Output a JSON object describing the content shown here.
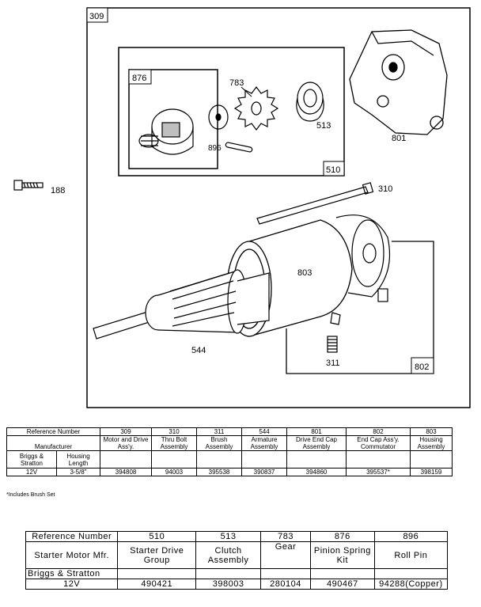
{
  "diagram": {
    "labels": {
      "assembly": "309",
      "kit": "510",
      "pinion": "876",
      "gear": "783",
      "clutch": "513",
      "roll_pin": "896",
      "housing": "801",
      "screw": "188",
      "thru_bolt": "310",
      "motor": "803",
      "armature": "544",
      "brush": "311",
      "end_cap": "802"
    }
  },
  "table1": {
    "ref_label": "Reference Number",
    "manufacturer_label": "Manufacturer",
    "briggs_label": "Briggs & Stratton",
    "housing_length_label": "Housing Length",
    "columns": [
      {
        "ref": "309",
        "desc": "Motor and Drive Ass'y.",
        "part": "394808"
      },
      {
        "ref": "310",
        "desc": "Thru Bolt Assembly",
        "part": "94003"
      },
      {
        "ref": "311",
        "desc": "Brush Assembly",
        "part": "395538"
      },
      {
        "ref": "544",
        "desc": "Armature Assembly",
        "part": "390837"
      },
      {
        "ref": "801",
        "desc": "Drive End Cap Assembly",
        "part": "394860"
      },
      {
        "ref": "802",
        "desc": "End Cap Ass'y. Commutator",
        "part": "395537*"
      },
      {
        "ref": "803",
        "desc": "Housing Assembly",
        "part": "398159"
      }
    ],
    "row_voltage": "12V",
    "row_length": "3-5/8\""
  },
  "note": "*Includes Brush Set",
  "table2": {
    "ref_label": "Reference Number",
    "starter_label": "Starter Motor Mfr.",
    "briggs_label": "Briggs & Stratton",
    "voltage": "12V",
    "columns": [
      {
        "ref": "510",
        "desc": "Starter Drive Group",
        "part": "490421"
      },
      {
        "ref": "513",
        "desc": "Clutch Assembly",
        "part": "398003"
      },
      {
        "ref": "783",
        "desc": "Gear",
        "part": "280104"
      },
      {
        "ref": "876",
        "desc": "Pinion Spring Kit",
        "part": "490467"
      },
      {
        "ref": "896",
        "desc": "Roll Pin",
        "part": "94288(Copper)"
      }
    ]
  }
}
